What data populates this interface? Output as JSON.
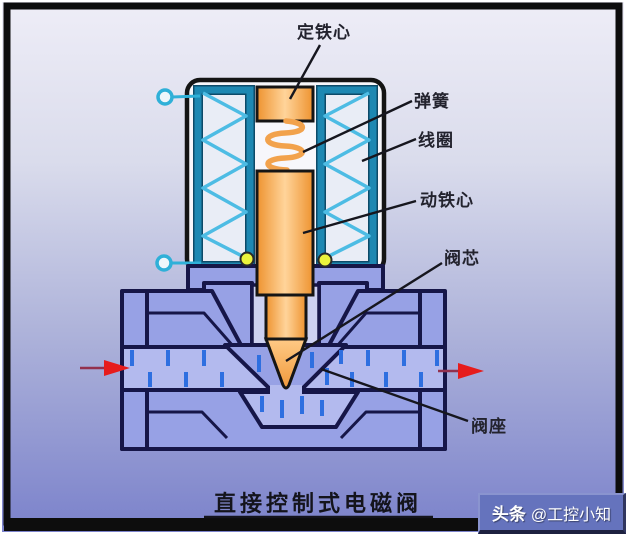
{
  "diagram": {
    "title": "直接控制式电磁阀",
    "labels": {
      "fixed_core": "定铁心",
      "spring": "弹簧",
      "coil": "线圈",
      "moving_core": "动铁心",
      "valve_core": "阀芯",
      "valve_seat": "阀座"
    },
    "flow": {
      "inlet_arrow": "left-to-right",
      "outlet_arrow": "left-to-right"
    },
    "colors": {
      "valve_body": "#97a1e5",
      "passage": "#b3baee",
      "outline_navy": "#161648",
      "coil_bobbin": "#1e88b2",
      "winding_cyan": "#4dbce4",
      "core_orange": "#f09a3c",
      "contact_dot_yellow": "#ecf43c",
      "flow_arrow_red": "#e61c1c",
      "terminal_teal": "#2fb0d8"
    }
  },
  "watermark": {
    "brand": "头条",
    "handle": "@工控小知"
  }
}
